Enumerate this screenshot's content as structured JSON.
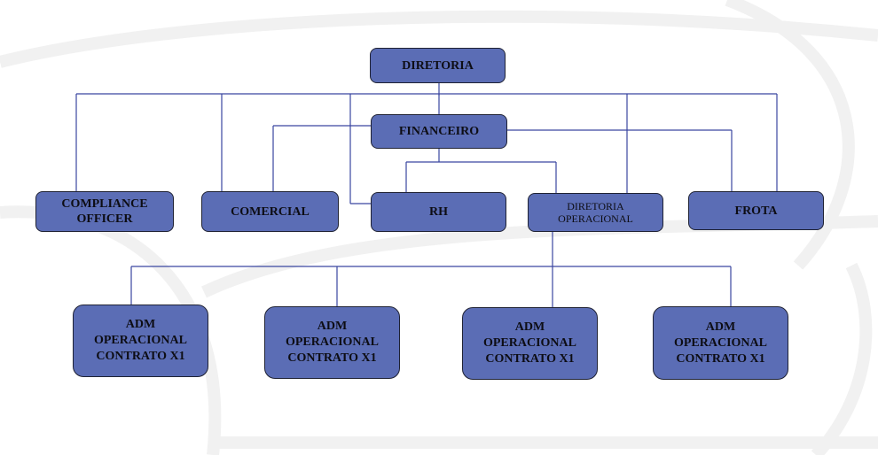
{
  "colors": {
    "box_fill": "#5b6db5",
    "box_border": "#1f2233",
    "connector": "#3a46a0"
  },
  "nodes": {
    "diretoria": "DIRETORIA",
    "financeiro": "FINANCEIRO",
    "compliance": "COMPLIANCE\nOFFICER",
    "comercial": "COMERCIAL",
    "rh": "RH",
    "diretoria_operacional": "DIRETORIA\nOPERACIONAL",
    "frota": "FROTA",
    "adm1": "ADM\nOPERACIONAL\nCONTRATO X1",
    "adm2": "ADM\nOPERACIONAL\nCONTRATO X1",
    "adm3": "ADM\nOPERACIONAL\nCONTRATO X1",
    "adm4": "ADM\nOPERACIONAL\nCONTRATO X1"
  }
}
